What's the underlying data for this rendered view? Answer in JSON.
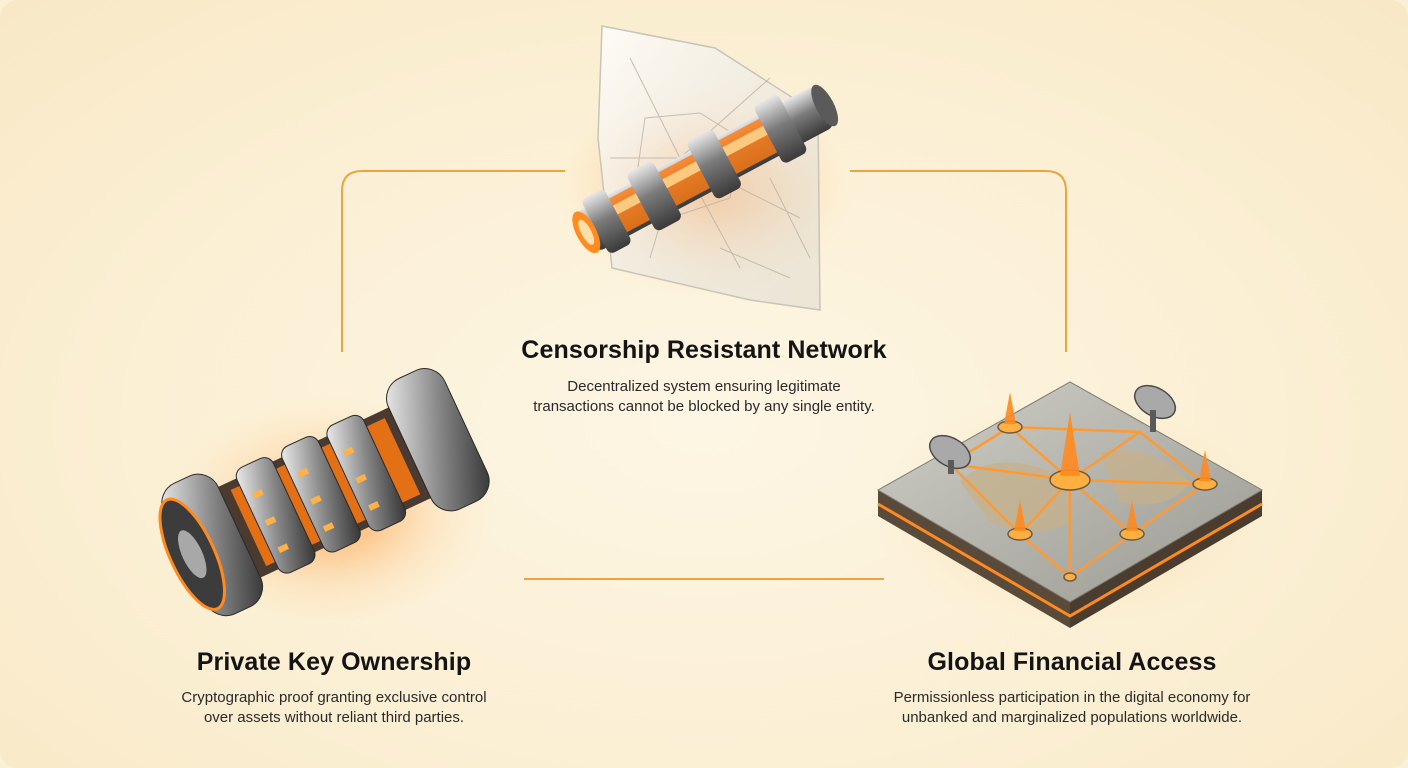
{
  "nodes": {
    "censorship": {
      "title": "Censorship Resistant Network",
      "desc_line1": "Decentralized system ensuring legitimate",
      "desc_line2": "transactions cannot be blocked by any single entity.",
      "icon": "glass-pipe-icon"
    },
    "private_key": {
      "title": "Private Key Ownership",
      "desc_line1": "Cryptographic proof granting exclusive control",
      "desc_line2": "over assets without reliant third parties.",
      "icon": "cryptex-lock-icon"
    },
    "global_access": {
      "title": "Global Financial Access",
      "desc_line1": "Permissionless participation in the digital economy for",
      "desc_line2": "unbanked and marginalized populations worldwide.",
      "icon": "network-map-icon"
    }
  },
  "colors": {
    "background": "#fbf0d6",
    "connector": "#e9a640",
    "glow": "#ff7a10",
    "metal": "#8d8d8d",
    "text": "#141414"
  }
}
